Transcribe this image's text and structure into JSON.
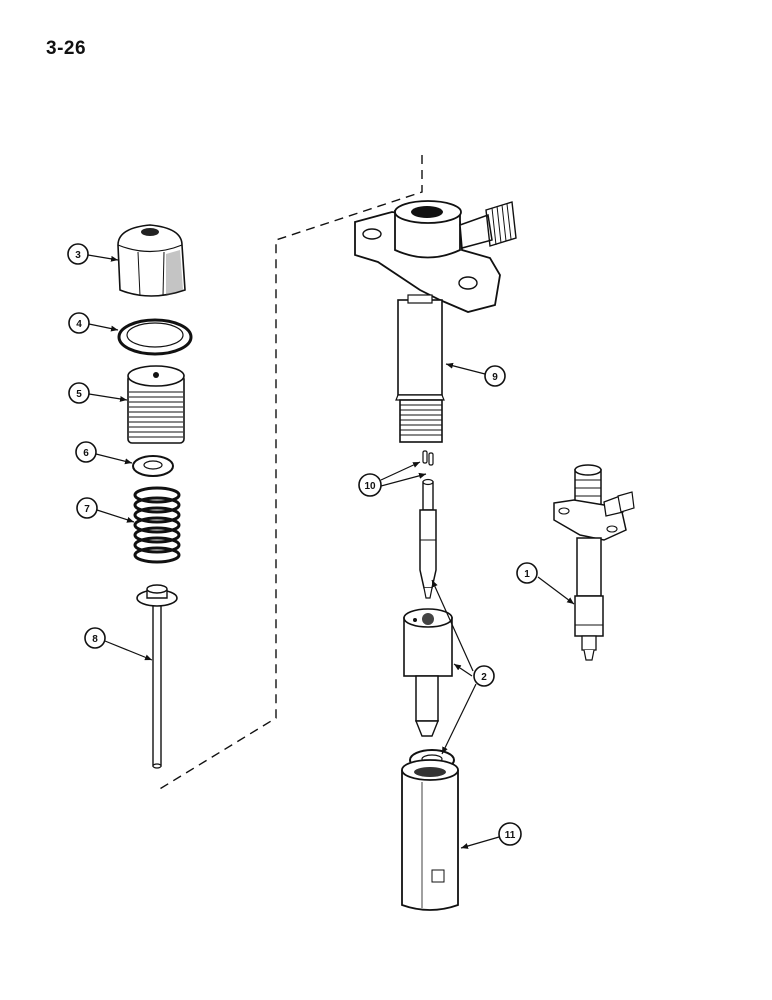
{
  "page": {
    "number": "3-26"
  },
  "callouts": [
    {
      "id": "c1",
      "label": "1"
    },
    {
      "id": "c2",
      "label": "2"
    },
    {
      "id": "c3",
      "label": "3"
    },
    {
      "id": "c4",
      "label": "4"
    },
    {
      "id": "c5",
      "label": "5"
    },
    {
      "id": "c6",
      "label": "6"
    },
    {
      "id": "c7",
      "label": "7"
    },
    {
      "id": "c8",
      "label": "8"
    },
    {
      "id": "c9",
      "label": "9"
    },
    {
      "id": "c10",
      "label": "10"
    },
    {
      "id": "c11",
      "label": "11"
    }
  ]
}
